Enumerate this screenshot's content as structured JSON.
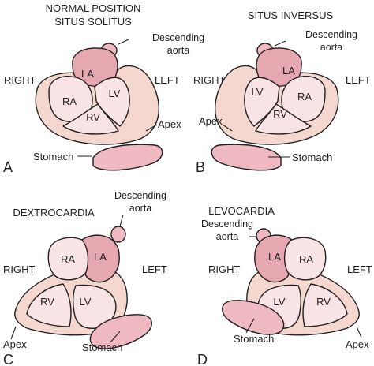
{
  "colors": {
    "atrium_dark": "#e6a8b0",
    "atrium_light": "#f8e3e5",
    "ventricle": "#f8e3e5",
    "wall": "#f4d8cf",
    "stomach": "#eeb9c0",
    "aorta": "#eeb9c0",
    "stroke": "#231f20"
  },
  "panels": [
    {
      "letter": "A",
      "title_lines": [
        "NORMAL POSITION",
        "SITUS SOLITUS"
      ],
      "right_label": "RIGHT",
      "left_label": "LEFT",
      "chambers": [
        "LA",
        "RA",
        "LV",
        "RV"
      ],
      "aorta_label_lines": [
        "Descending",
        "aorta"
      ],
      "apex_label": "Apex",
      "stomach_label": "Stomach"
    },
    {
      "letter": "B",
      "title_lines": [
        "SITUS INVERSUS"
      ],
      "right_label": "RIGHT",
      "left_label": "LEFT",
      "chambers": [
        "LA",
        "RA",
        "LV",
        "RV"
      ],
      "aorta_label_lines": [
        "Descending",
        "aorta"
      ],
      "apex_label": "Apex",
      "stomach_label": "Stomach"
    },
    {
      "letter": "C",
      "title_lines": [
        "DEXTROCARDIA"
      ],
      "right_label": "RIGHT",
      "left_label": "LEFT",
      "chambers": [
        "LA",
        "RA",
        "LV",
        "RV"
      ],
      "aorta_label_lines": [
        "Descending",
        "aorta"
      ],
      "apex_label": "Apex",
      "stomach_label": "Stomach"
    },
    {
      "letter": "D",
      "title_lines": [
        "LEVOCARDIA"
      ],
      "right_label": "RIGHT",
      "left_label": "LEFT",
      "chambers": [
        "LA",
        "RA",
        "LV",
        "RV"
      ],
      "aorta_label_lines": [
        "Descending",
        "aorta"
      ],
      "apex_label": "Apex",
      "stomach_label": "Stomach"
    }
  ]
}
